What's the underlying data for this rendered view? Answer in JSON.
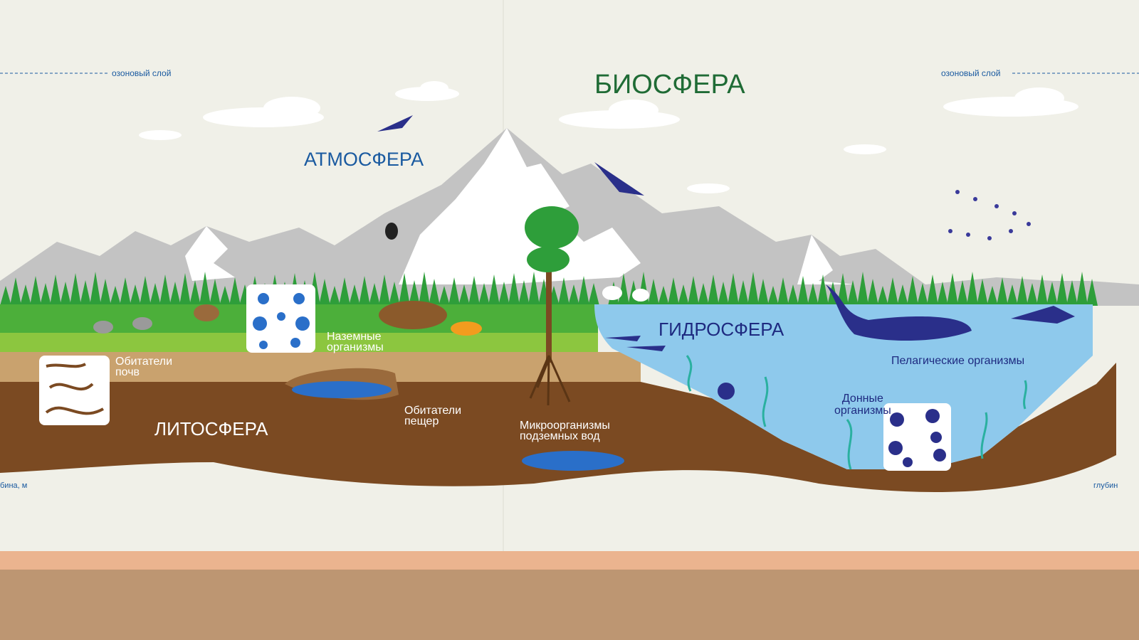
{
  "title": "БИОСФЕРА",
  "ozone_left": "озоновый слой",
  "ozone_right": "озоновый слой",
  "depth_left": "бина, м",
  "depth_right": "глубин",
  "atmosphere": "АТМОСФЕРА",
  "hydrosphere": "ГИДРОСФЕРА",
  "lithosphere": "ЛИТОСФЕРА",
  "labels": {
    "terrestrial": [
      "Наземные",
      "организмы"
    ],
    "soil": [
      "Обитатели",
      "почв"
    ],
    "caves": [
      "Обитатели",
      "пещер"
    ],
    "groundwater": [
      "Микроорганизмы",
      "подземных вод"
    ],
    "pelagic": "Пелагические организмы",
    "benthic": [
      "Донные",
      "организмы"
    ]
  },
  "colors": {
    "title": "#1f6b35",
    "label_blue": "#1a5aa0",
    "brown": "#7b4a22",
    "water": "#8ec9ec"
  }
}
